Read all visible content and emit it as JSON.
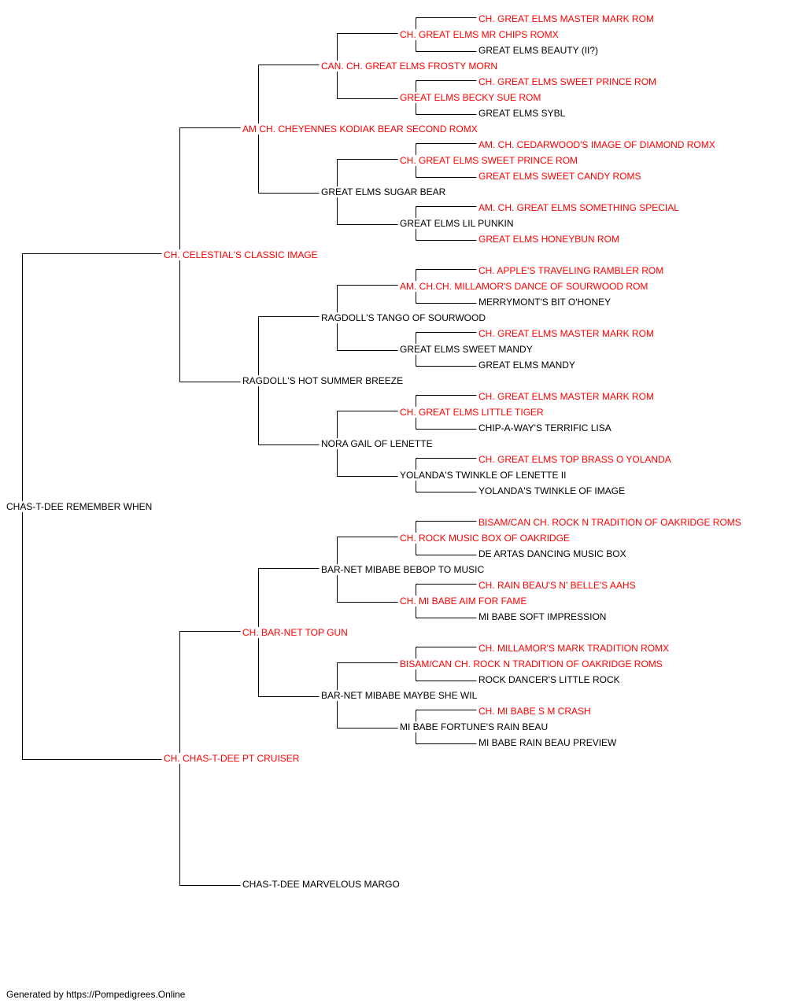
{
  "colors": {
    "titled": "#ff0000",
    "plain": "#000000",
    "line": "#000000"
  },
  "subject": {
    "name": "CHAS-T-DEE REMEMBER WHEN",
    "titled": false
  },
  "sire": {
    "name": "CH. CELESTIAL'S CLASSIC IMAGE",
    "titled": true
  },
  "dam": {
    "name": "CH. CHAS-T-DEE PT CRUISER",
    "titled": true
  },
  "gen3": [
    {
      "name": "AM CH. CHEYENNES KODIAK BEAR SECOND ROMX",
      "titled": true
    },
    {
      "name": "RAGDOLL'S HOT SUMMER BREEZE",
      "titled": false
    },
    {
      "name": "CH. BAR-NET TOP GUN",
      "titled": true
    },
    {
      "name": "CHAS-T-DEE MARVELOUS MARGO",
      "titled": false
    }
  ],
  "gen4": [
    {
      "name": "CAN. CH. GREAT ELMS FROSTY MORN",
      "titled": true
    },
    {
      "name": "GREAT ELMS SUGAR BEAR",
      "titled": false
    },
    {
      "name": "RAGDOLL'S TANGO OF SOURWOOD",
      "titled": false
    },
    {
      "name": "NORA GAIL OF LENETTE",
      "titled": false
    },
    {
      "name": "BAR-NET MIBABE BEBOP TO MUSIC",
      "titled": false
    },
    {
      "name": "BAR-NET MIBABE MAYBE SHE WIL",
      "titled": false
    }
  ],
  "gen5": [
    {
      "name": "CH. GREAT ELMS MR CHIPS ROMX",
      "titled": true
    },
    {
      "name": "GREAT ELMS BECKY SUE ROM",
      "titled": true
    },
    {
      "name": "CH. GREAT ELMS SWEET PRINCE ROM",
      "titled": true
    },
    {
      "name": "GREAT ELMS LIL PUNKIN",
      "titled": false
    },
    {
      "name": "AM. CH.CH. MILLAMOR'S DANCE OF SOURWOOD ROM",
      "titled": true
    },
    {
      "name": "GREAT ELMS SWEET MANDY",
      "titled": false
    },
    {
      "name": "CH. GREAT ELMS LITTLE TIGER",
      "titled": true
    },
    {
      "name": "YOLANDA'S TWINKLE OF LENETTE II",
      "titled": false
    },
    {
      "name": "CH. ROCK MUSIC BOX OF OAKRIDGE",
      "titled": true
    },
    {
      "name": "CH. MI BABE AIM FOR FAME",
      "titled": true
    },
    {
      "name": "BISAM/CAN CH. ROCK N TRADITION OF OAKRIDGE ROMS",
      "titled": true
    },
    {
      "name": "MI BABE FORTUNE'S RAIN BEAU",
      "titled": false
    }
  ],
  "gen6": [
    {
      "name": "CH. GREAT ELMS MASTER MARK ROM",
      "titled": true
    },
    {
      "name": "GREAT ELMS BEAUTY (II?)",
      "titled": false
    },
    {
      "name": "CH. GREAT ELMS SWEET PRINCE ROM",
      "titled": true
    },
    {
      "name": "GREAT ELMS SYBL",
      "titled": false
    },
    {
      "name": "AM. CH. CEDARWOOD'S IMAGE OF DIAMOND ROMX",
      "titled": true
    },
    {
      "name": "GREAT ELMS SWEET CANDY ROMS",
      "titled": true
    },
    {
      "name": "AM. CH. GREAT ELMS SOMETHING SPECIAL",
      "titled": true
    },
    {
      "name": "GREAT ELMS HONEYBUN ROM",
      "titled": true
    },
    {
      "name": "CH. APPLE'S TRAVELING RAMBLER ROM",
      "titled": true
    },
    {
      "name": "MERRYMONT'S BIT O'HONEY",
      "titled": false
    },
    {
      "name": "CH. GREAT ELMS MASTER MARK ROM",
      "titled": true
    },
    {
      "name": "GREAT ELMS MANDY",
      "titled": false
    },
    {
      "name": "CH. GREAT ELMS MASTER MARK ROM",
      "titled": true
    },
    {
      "name": "CHIP-A-WAY'S TERRIFIC LISA",
      "titled": false
    },
    {
      "name": "CH. GREAT ELMS TOP BRASS O YOLANDA",
      "titled": true
    },
    {
      "name": "YOLANDA'S TWINKLE OF IMAGE",
      "titled": false
    },
    {
      "name": "BISAM/CAN CH. ROCK N TRADITION OF OAKRIDGE ROMS",
      "titled": true
    },
    {
      "name": "DE ARTAS DANCING MUSIC BOX",
      "titled": false
    },
    {
      "name": "CH. RAIN BEAU'S N' BELLE'S AAHS",
      "titled": true
    },
    {
      "name": "MI BABE SOFT IMPRESSION",
      "titled": false
    },
    {
      "name": "CH. MILLAMOR'S MARK TRADITION ROMX",
      "titled": true
    },
    {
      "name": "ROCK DANCER'S LITTLE ROCK",
      "titled": false
    },
    {
      "name": "CH. MI BABE S M CRASH",
      "titled": true
    },
    {
      "name": "MI BABE RAIN BEAU PREVIEW",
      "titled": false
    }
  ],
  "footer": {
    "text": "Generated by https://Pompedigrees.Online"
  }
}
